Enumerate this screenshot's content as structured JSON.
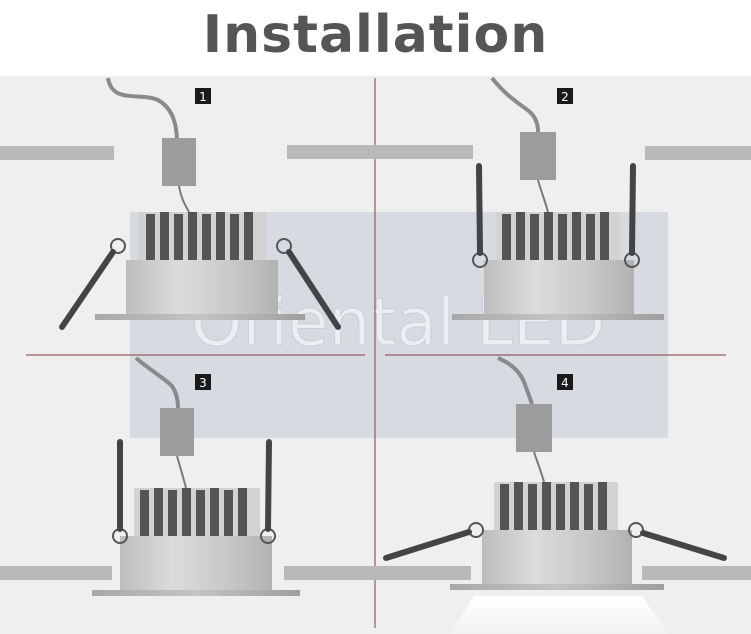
{
  "title": "Installation",
  "watermark": "Oriental LED",
  "steps": [
    {
      "number": "1"
    },
    {
      "number": "2"
    },
    {
      "number": "3"
    },
    {
      "number": "4"
    }
  ],
  "colors": {
    "background": "#efefef",
    "divider": "#8b3a3a",
    "ceiling": "#b9b9b9",
    "housing": "#c9c9c9",
    "fin_dark": "#545454",
    "fin_light": "#d2d2d2",
    "driver": "#9c9c9c",
    "cable": "#8a8a8a",
    "spring": "#444444",
    "watermark": "#b8c3d3"
  }
}
